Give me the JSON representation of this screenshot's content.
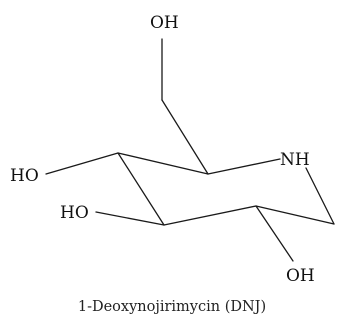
{
  "structure": {
    "atoms": {
      "oh_top": "OH",
      "nh": "NH",
      "ho_left_upper": "HO",
      "ho_left_lower": "HO",
      "oh_bottom": "OH"
    },
    "caption": "1-Deoxynojirimycin (DNJ)"
  },
  "colors": {
    "ink": "#1a1a1a",
    "background": "#ffffff"
  }
}
